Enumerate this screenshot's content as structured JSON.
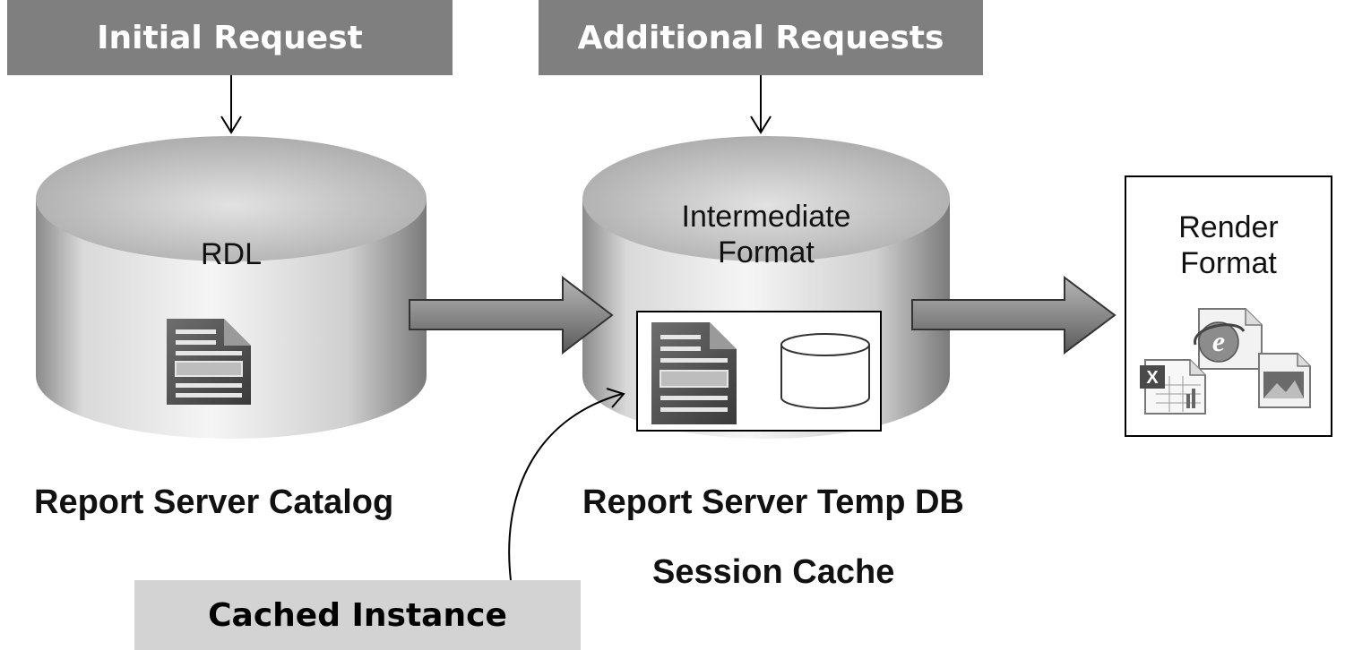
{
  "banners": {
    "initial_request": "Initial Request",
    "additional_requests": "Additional Requests",
    "cached_instance": "Cached Instance"
  },
  "catalog": {
    "cylinder_label": "RDL",
    "caption": "Report Server Catalog"
  },
  "tempdb": {
    "cylinder_line1": "Intermediate",
    "cylinder_line2": "Format",
    "caption_line1": "Report Server Temp DB",
    "caption_line2": "Session Cache"
  },
  "render": {
    "line1": "Render",
    "line2": "Format"
  },
  "icons": [
    "document-icon",
    "database-icon",
    "excel-icon",
    "internet-explorer-icon",
    "image-file-icon"
  ],
  "colors": {
    "banner_dark": "#7f7f7f",
    "banner_light": "#d3d3d3",
    "arrow_fill": "#8c8c8c"
  }
}
